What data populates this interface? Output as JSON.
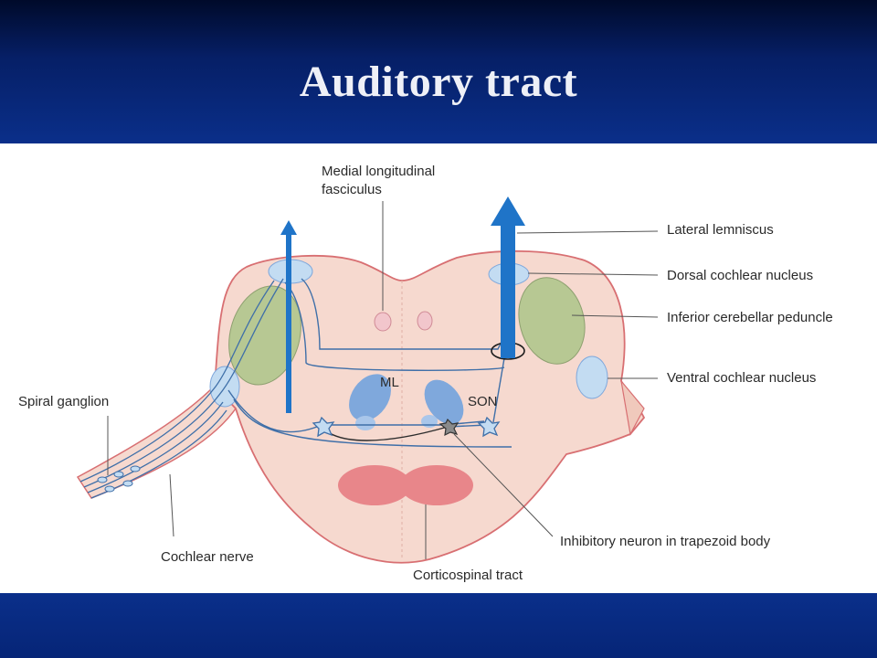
{
  "slide": {
    "title": "Auditory tract"
  },
  "diagram": {
    "labels": {
      "mlf_line1": "Medial longitudinal",
      "mlf_line2": "fasciculus",
      "lateral_lemniscus": "Lateral lemniscus",
      "dorsal_cochlear_nucleus": "Dorsal cochlear nucleus",
      "inferior_cerebellar_peduncle": "Inferior cerebellar peduncle",
      "ventral_cochlear_nucleus": "Ventral cochlear nucleus",
      "spiral_ganglion": "Spiral ganglion",
      "cochlear_nerve": "Cochlear nerve",
      "inhibitory_neuron": "Inhibitory neuron in trapezoid body",
      "corticospinal_tract": "Corticospinal tract",
      "ml": "ML",
      "son": "SON"
    },
    "colors": {
      "brainstem_fill": "#f6d9cf",
      "brainstem_outline": "#d86f72",
      "tract_blue": "#1f74c8",
      "pathway_line": "#3f6fa8",
      "nucleus_blue": "#7fa8dc",
      "nucleus_light": "#c3dcf2",
      "peduncle_green": "#b7c893",
      "corticospinal_red": "#e8868a"
    }
  }
}
